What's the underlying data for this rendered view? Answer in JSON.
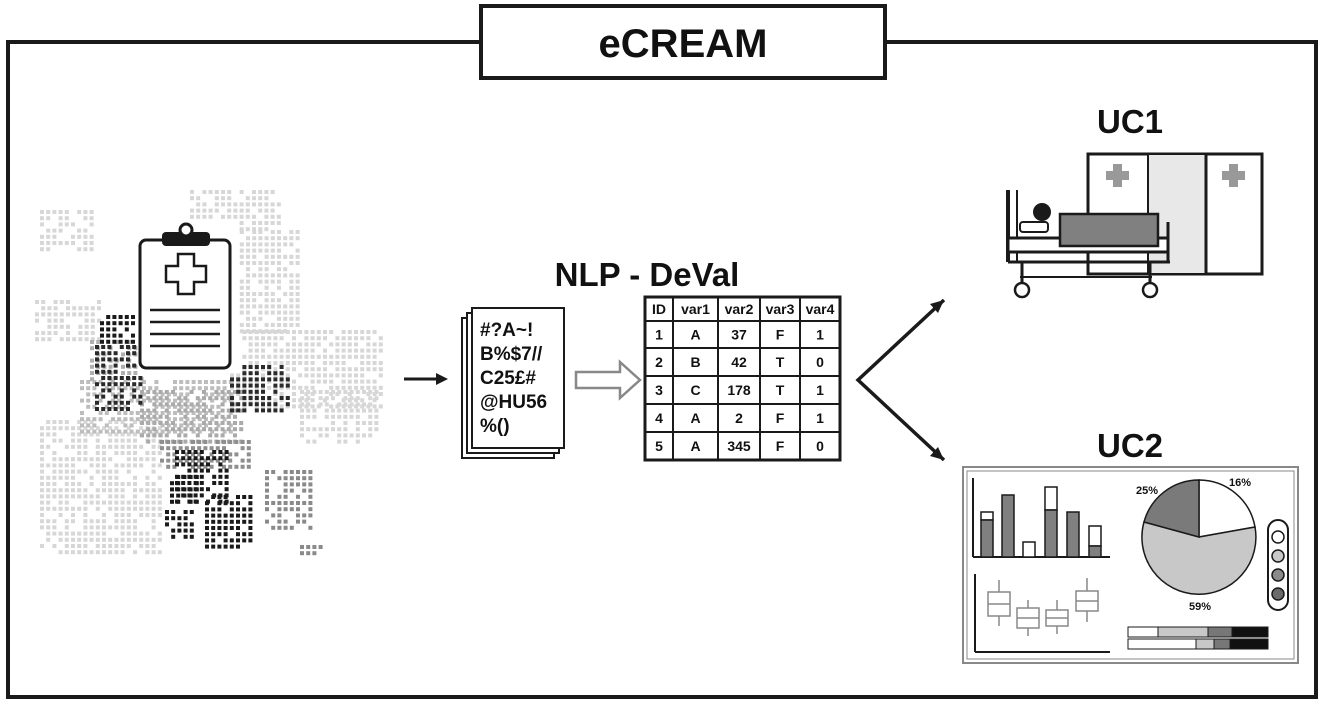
{
  "title": "eCREAM",
  "pipeline_label": "NLP - DeVal",
  "raw_text_lines": [
    "#?A~!",
    "B%$7//",
    "C25£#",
    "@HU56",
    "%()"
  ],
  "table": {
    "headers": [
      "ID",
      "var1",
      "var2",
      "var3",
      "var4"
    ],
    "rows": [
      [
        "1",
        "A",
        "37",
        "F",
        "1"
      ],
      [
        "2",
        "B",
        "42",
        "T",
        "0"
      ],
      [
        "3",
        "C",
        "178",
        "T",
        "1"
      ],
      [
        "4",
        "A",
        "2",
        "F",
        "1"
      ],
      [
        "5",
        "A",
        "345",
        "F",
        "0"
      ]
    ]
  },
  "use_case_1": {
    "label": "UC1"
  },
  "use_case_2": {
    "label": "UC2",
    "pie_labels": [
      "25%",
      "16%",
      "59%"
    ]
  },
  "icons": [
    "europe-map-icon",
    "clipboard-medical-icon",
    "documents-icon",
    "hospital-bed-icon",
    "dashboard-icon"
  ],
  "colors": {
    "ink": "#1a1a1a",
    "light_gray": "#d0d0d0",
    "mid_gray": "#8a8a8a",
    "dark_gray": "#555555"
  }
}
